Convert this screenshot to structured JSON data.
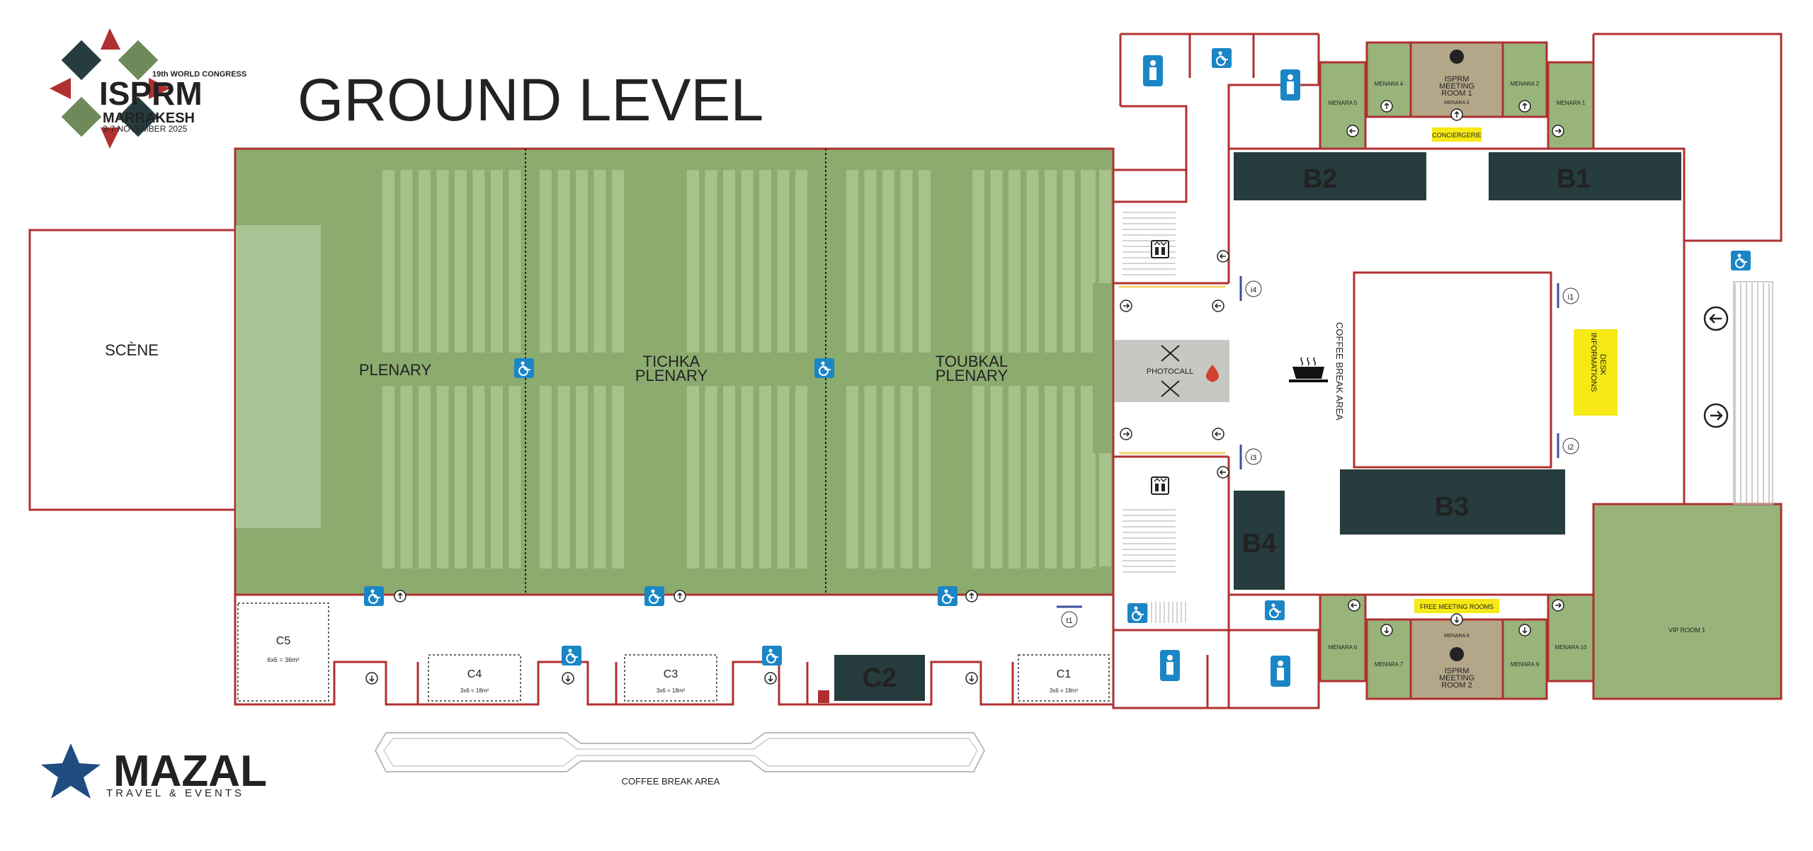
{
  "header": {
    "title": "GROUND LEVEL",
    "logo": {
      "congress": "19th WORLD CONGRESS",
      "name": "ISPRM",
      "city": "MARRAKESH",
      "dates": "3-7 NOVEMBER 2025"
    },
    "sponsor": {
      "name": "MAZAL",
      "tagline": "TRAVEL & EVENTS"
    }
  },
  "colors": {
    "wall": "#b03030",
    "plenary_green": "#8cab6f",
    "seat_green": "#a7c28d",
    "room_green": "#98b47b",
    "meeting_tan": "#b3a689",
    "booth_dark": "#263c3e",
    "highlight_yellow": "#f6e916",
    "access_blue": "#1b86c6",
    "photocall_grey": "#c6c9c3"
  },
  "halls": {
    "stage": "SCÈNE",
    "plenary": "PLENARY",
    "tichka": [
      "TICHKA",
      "PLENARY"
    ],
    "toubkal": [
      "TOUBKAL",
      "PLENARY"
    ],
    "photocall": "PHOTOCALL"
  },
  "booths": {
    "b1": "B1",
    "b2": "B2",
    "b3": "B3",
    "b4": "B4",
    "c2": "C2",
    "c1": {
      "name": "C1",
      "size": "3x6 = 18m²"
    },
    "c3": {
      "name": "C3",
      "size": "3x6 = 18m²"
    },
    "c4": {
      "name": "C4",
      "size": "3x6 = 18m²"
    },
    "c5": {
      "name": "C5",
      "size": "6x6 = 36m²"
    }
  },
  "rooms": {
    "menara1": "MENARA 1",
    "menara2": "MENARA 2",
    "menara3": "MENARA 3",
    "menara4": "MENARA 4",
    "menara5": "MENARA 5",
    "menara6": "MENARA 6",
    "menara7": "MENARA 7",
    "menara8": "MENARA 8",
    "menara9": "MENARA 9",
    "menara10": "MENARA 10",
    "meeting1": [
      "ISPRM",
      "MEETING",
      "ROOM 1"
    ],
    "meeting2": [
      "ISPRM",
      "MEETING",
      "ROOM 2"
    ],
    "vip": "VIP ROOM 1"
  },
  "labels": {
    "concierge": "CONCIERGERIE",
    "free_meeting": "FREE MEETING ROOMS",
    "info_desk": [
      "INFORMATIONS",
      "DESK"
    ],
    "coffee_area_main": "COFFEE BREAK AREA",
    "coffee_area_bottom": "COFFEE BREAK AREA"
  },
  "markers": {
    "i1": "i1",
    "i2": "i2",
    "i3": "i3",
    "i4": "i4",
    "t1": "t1"
  },
  "icons": [
    "wheelchair-icon",
    "restroom-icon",
    "elevator-icon",
    "exit-arrow-icon",
    "coffee-icon",
    "clock-icon",
    "fire-extinguisher-icon"
  ]
}
